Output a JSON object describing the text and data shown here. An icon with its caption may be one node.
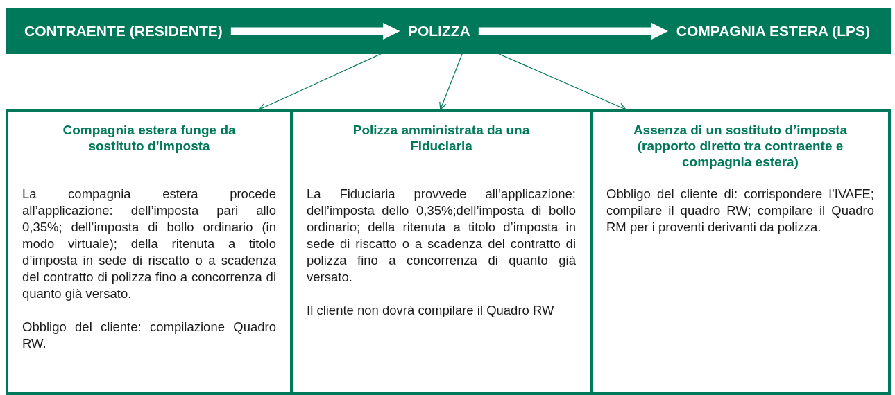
{
  "diagram": {
    "nodes": [
      {
        "text": [],
        "shape": "bar"
      },
      {
        "text": [
          "CONTRAENTE (RESIDENTE)"
        ],
        "in": 0
      },
      {
        "text": [
          "POLIZZA"
        ],
        "in": 0
      },
      {
        "text": [
          "COMPAGNIA ESTERA (LPS)"
        ],
        "in": 0
      },
      {
        "text": [
          "Compagnia estera funge da sostituto d’imposta",
          "La compagnia estera procede all’applicazione: dell’imposta pari allo 0,35%; dell’imposta di bollo ordinario (in modo virtuale); della ritenuta a titolo d’imposta in sede di riscatto o a scadenza del contratto di polizza fino a concorrenza di quanto già versato.",
          "Obbligo del cliente: compilazione Quadro RW."
        ]
      },
      {
        "text": [
          "Polizza amministrata da una Fiduciaria",
          "La Fiduciaria provvede all’applicazione: dell’imposta dello 0,35%;dell’imposta di bollo ordinario; della ritenuta a titolo d’imposta in sede di riscatto o a scadenza del contratto di polizza fino a concorrenza di quanto già versato.",
          "Il cliente non dovrà compilare il Quadro RW"
        ]
      },
      {
        "text": [
          "Assenza di un sostituto d’imposta (rapporto diretto tra contraente e compagnia estera)",
          "Obbligo del cliente di: corrispondere l’IVAFE; compilare il quadro RW; compilare il Quadro RM per i proventi derivanti da polizza."
        ]
      }
    ],
    "edges": [
      {
        "from": 1,
        "to": 2,
        "arrow": "to",
        "style": "thick",
        "color": "#ffffff"
      },
      {
        "from": 2,
        "to": 3,
        "arrow": "to",
        "style": "thick",
        "color": "#ffffff"
      },
      {
        "from": 2,
        "to": 4,
        "arrow": "to"
      },
      {
        "from": 2,
        "to": 5,
        "arrow": "to"
      },
      {
        "from": 2,
        "to": 6,
        "arrow": "to"
      }
    ]
  }
}
